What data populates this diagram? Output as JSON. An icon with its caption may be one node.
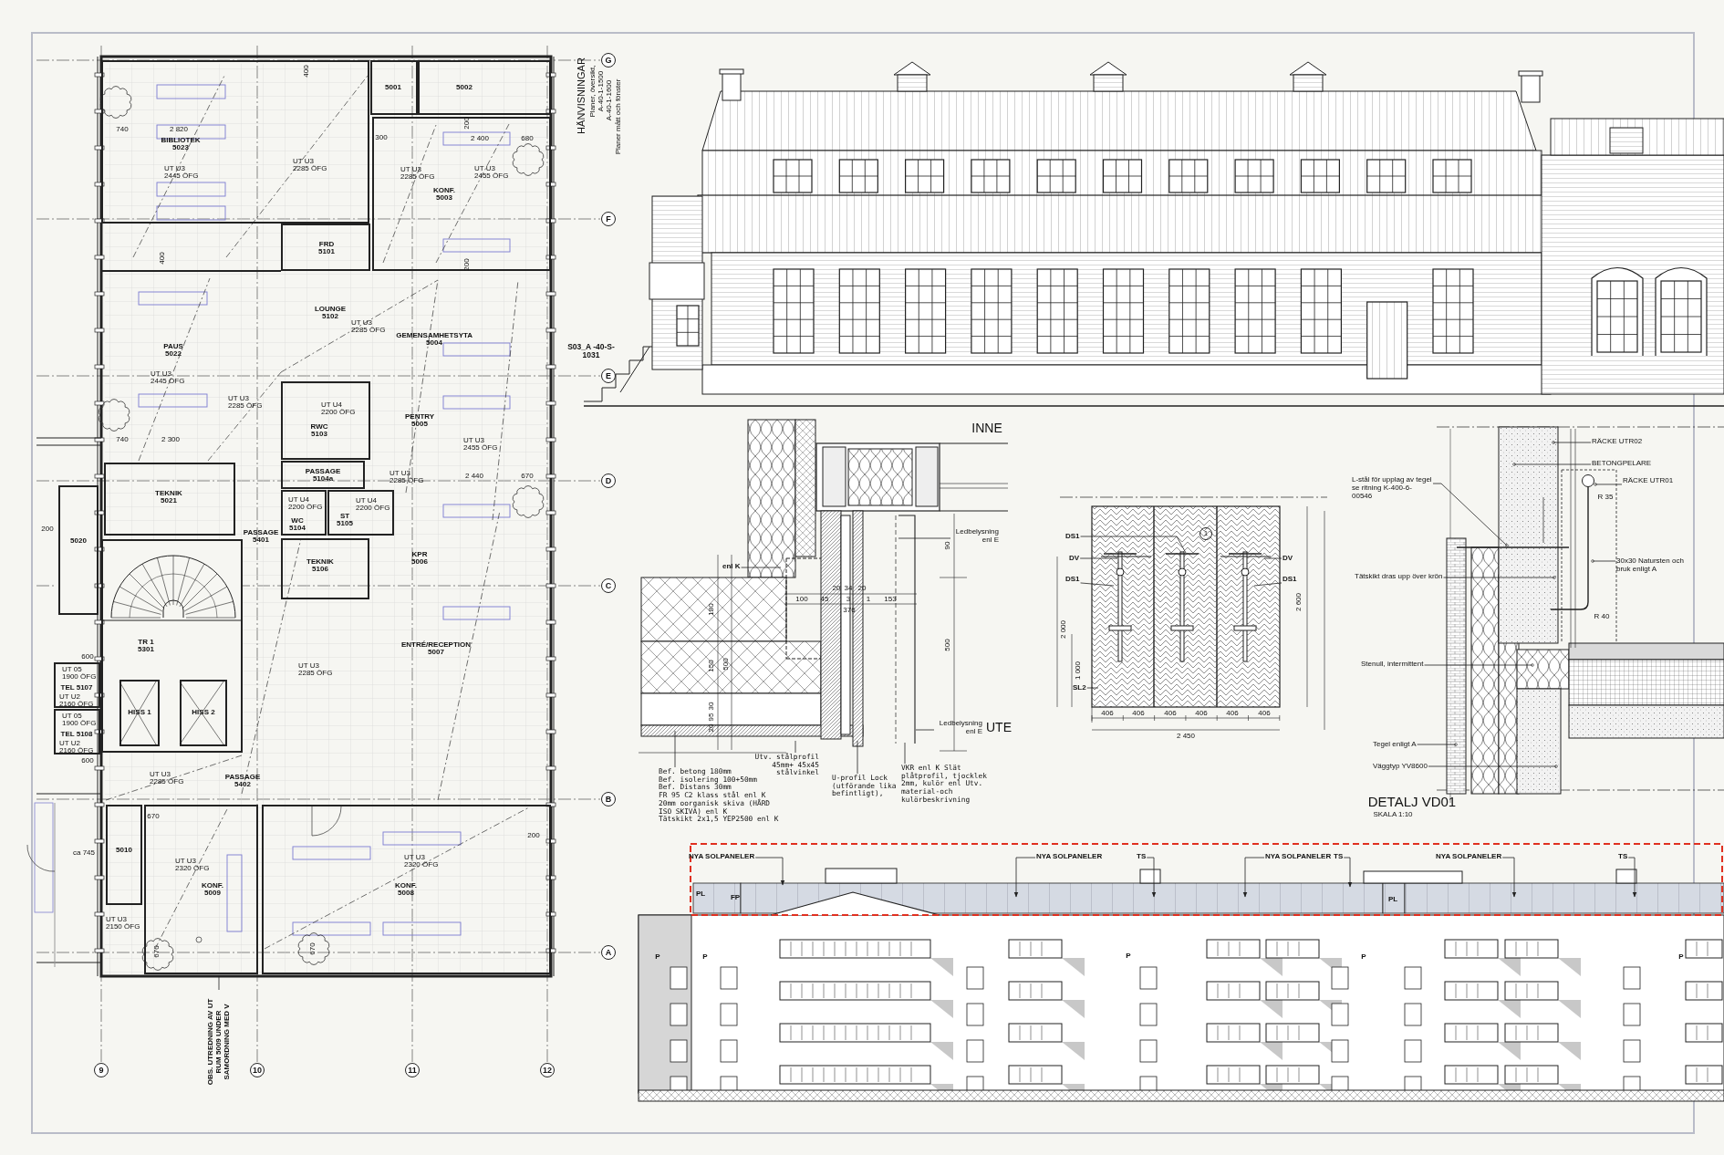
{
  "diagram": {
    "nodes": [
      {
        "text": [
          "BIBLIOTEK 5023",
          "UT U3 2445 ÖFG",
          "UT U3 2285 ÖFG"
        ]
      },
      {
        "text": [
          "5001"
        ]
      },
      {
        "text": [
          "5002"
        ]
      },
      {
        "text": [
          "UT U3 2285 ÖFG",
          "KONF. 5003",
          "UT U3 2455 ÖFG"
        ]
      },
      {
        "text": [
          "FRD 5101"
        ]
      },
      {
        "text": [
          "UT U4 2200 ÖFG",
          "RWC 5103"
        ]
      },
      {
        "text": [
          "PASSAGE 5104a"
        ]
      },
      {
        "text": [
          "TEKNIK 5021"
        ]
      },
      {
        "text": [
          "UT U4 2200 ÖFG",
          "WC 5104"
        ]
      },
      {
        "text": [
          "ST 5105",
          "UT U4 2200 ÖFG"
        ]
      },
      {
        "text": [
          "5020"
        ]
      },
      {
        "text": [
          "TEKNIK 5106"
        ]
      },
      {
        "text": [
          "TR 1 5301"
        ]
      },
      {
        "text": [
          "HISS 1"
        ],
        "in": 12
      },
      {
        "text": [
          "HISS 2"
        ],
        "in": 12
      },
      {
        "text": [
          "UT 05 1900 ÖFG",
          "TEL 5107",
          "UT U2 2160 ÖFG"
        ]
      },
      {
        "text": [
          "UT 05 1900 ÖFG",
          "TEL 5108",
          "UT U2 2160 ÖFG"
        ]
      },
      {
        "text": [
          "5010"
        ]
      },
      {
        "text": [
          "UT U3 2320 ÖFG",
          "KONF. 5009"
        ]
      },
      {
        "text": [
          "UT U3 2320 ÖFG",
          "KONF. 5008"
        ]
      },
      {
        "text": [
          "G"
        ]
      },
      {
        "text": [
          "F"
        ]
      },
      {
        "text": [
          "E"
        ]
      },
      {
        "text": [
          "D"
        ]
      },
      {
        "text": [
          "C"
        ]
      },
      {
        "text": [
          "B"
        ]
      },
      {
        "text": [
          "A"
        ]
      },
      {
        "text": [
          "9"
        ]
      },
      {
        "text": [
          "10"
        ]
      },
      {
        "text": [
          "11"
        ]
      },
      {
        "text": [
          "12"
        ]
      },
      {
        "text": [
          "enl K"
        ]
      },
      {
        "text": [
          "Ledbelysning enl E"
        ]
      },
      {
        "text": [
          "Ledbelysning enl E"
        ]
      },
      {
        "text": [
          "Bef. betong 180mm",
          "Bef. isolering 100+50mm",
          "Bef. Distans 30mm",
          "FR 95 C2 klass stål enl K",
          "20mm oorganisk skiva (HÅRD ISO SKIVA) enl K",
          "Tätskikt 2x1,5 YEP2500 enl K"
        ]
      },
      {
        "text": [
          "Utv. stålprofil 45mm+ 45x45 stålvinkel"
        ]
      },
      {
        "text": [
          "U-profil Lock (utförande lika befintligt),"
        ]
      },
      {
        "text": [
          "VKR enl K Slät plåtprofil, tjocklek 2mm, kulör enl Utv. material-och kulörbeskrivning"
        ]
      },
      {
        "text": [
          "DS1"
        ]
      },
      {
        "text": [
          "DV"
        ]
      },
      {
        "text": [
          "DS1"
        ]
      },
      {
        "text": [
          "DV"
        ]
      },
      {
        "text": [
          "DS1"
        ]
      },
      {
        "text": [
          "SL2"
        ]
      },
      {
        "text": [
          "L-stål för upplag av tegel se ritning K-400-6-00546"
        ]
      },
      {
        "text": [
          "RÄCKE UTR02"
        ]
      },
      {
        "text": [
          "BETONGPELARE"
        ]
      },
      {
        "text": [
          "RÄCKE UTR01"
        ]
      },
      {
        "text": [
          "30x30 Natursten och bruk enligt A"
        ]
      },
      {
        "text": [
          "Tätskikt dras upp över krön"
        ]
      },
      {
        "text": [
          "Stenull, intermittent"
        ]
      },
      {
        "text": [
          "Tegel enligt A"
        ]
      },
      {
        "text": [
          "Väggtyp YV8600"
        ]
      },
      {
        "text": [
          "NYA SOLPANELER"
        ]
      },
      {
        "text": [
          "NYA SOLPANELER"
        ]
      },
      {
        "text": [
          "TS"
        ]
      },
      {
        "text": [
          "NYA SOLPANELER"
        ]
      },
      {
        "text": [
          "TS"
        ]
      },
      {
        "text": [
          "NYA SOLPANELER"
        ]
      },
      {
        "text": [
          "TS"
        ]
      },
      {
        "text": [
          "OBS. UTREDNING AV UT RUM 5009 UNDER SAMORDNING MED V"
        ]
      },
      {
        "text": [],
        "shape": "circle"
      }
    ],
    "edges": [
      {
        "from": 31,
        "to": null,
        "arrow": "none"
      },
      {
        "from": 32,
        "to": null,
        "arrow": "none"
      },
      {
        "from": 33,
        "to": null,
        "arrow": "none"
      },
      {
        "from": 34,
        "to": null,
        "arrow": "none"
      },
      {
        "from": 35,
        "to": null,
        "arrow": "none"
      },
      {
        "from": 36,
        "to": null,
        "arrow": "none"
      },
      {
        "from": 37,
        "to": null,
        "arrow": "none"
      },
      {
        "from": 38,
        "to": null,
        "arrow": "none"
      },
      {
        "from": 39,
        "to": null,
        "arrow": "none"
      },
      {
        "from": 40,
        "to": null,
        "arrow": "none"
      },
      {
        "from": 41,
        "to": null,
        "arrow": "none"
      },
      {
        "from": 42,
        "to": null,
        "arrow": "none"
      },
      {
        "from": 43,
        "to": null,
        "arrow": "none"
      },
      {
        "from": 44,
        "to": null,
        "arrow": "other"
      },
      {
        "from": 45,
        "to": null,
        "arrow": "other"
      },
      {
        "from": 46,
        "to": null,
        "arrow": "other"
      },
      {
        "from": 47,
        "to": 61,
        "arrow": "other"
      },
      {
        "from": 48,
        "to": null,
        "arrow": "other"
      },
      {
        "from": 49,
        "to": null,
        "arrow": "other"
      },
      {
        "from": 50,
        "to": null,
        "arrow": "other"
      },
      {
        "from": 51,
        "to": null,
        "arrow": "other"
      },
      {
        "from": 52,
        "to": null,
        "arrow": "other"
      },
      {
        "from": 53,
        "to": null,
        "arrow": "to"
      },
      {
        "from": 54,
        "to": null,
        "arrow": "to"
      },
      {
        "from": 55,
        "to": null,
        "arrow": "to"
      },
      {
        "from": 56,
        "to": null,
        "arrow": "to"
      },
      {
        "from": 57,
        "to": null,
        "arrow": "to"
      },
      {
        "from": 58,
        "to": null,
        "arrow": "to"
      },
      {
        "from": 59,
        "to": null,
        "arrow": "to"
      },
      {
        "from": 60,
        "to": 18,
        "arrow": "none"
      }
    ],
    "labels": [
      "HÄNVISNINGAR",
      "Planer, översikt,",
      "A-40-1-1500",
      "A-40-1-1600",
      "Planer mått och fönster",
      "S03_A -40-S-1031",
      "LOUNGE 5102",
      "UT U3 2285 ÖFG",
      "GEMENSAMHETSYTA 5004",
      "PAUS 5022",
      "UT U3 2445 ÖFG",
      "UT U3 2285 ÖFG",
      "PENTRY 5005",
      "UT U3 2455 ÖFG",
      "UT U3 2285 ÖFG",
      "PASSAGE 5401",
      "KPR 5006",
      "ENTRÉ/RECEPTION 5007",
      "UT U3 2285 ÖFG",
      "UT U3 2285 ÖFG",
      "PASSAGE 5402",
      "UT U3 2150 ÖFG",
      "740",
      "2 820",
      "400",
      "300",
      "200",
      "2 400",
      "680",
      "400",
      "200",
      "740",
      "2 300",
      "2 440",
      "670",
      "200",
      "600",
      "600",
      "670",
      "ca 745",
      "200",
      "670",
      "670",
      "INNE",
      "UTE",
      "100",
      "45",
      "20",
      "34",
      "3",
      "20",
      "1",
      "153",
      "376",
      "180",
      "150",
      "500",
      "30",
      "95",
      "20",
      "90",
      "500",
      "1",
      "2 000",
      "1 000",
      "2 600",
      "406",
      "406",
      "406",
      "406",
      "406",
      "406",
      "2 450",
      "R 35",
      "R 40",
      "DETALJ VD01",
      "SKALA 1:10",
      "PL",
      "FP",
      "PL",
      "P",
      "P",
      "P",
      "P",
      "P"
    ]
  }
}
